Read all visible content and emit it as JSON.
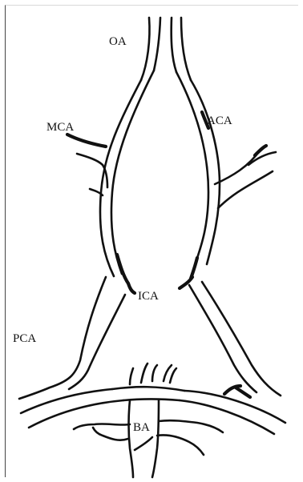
{
  "diagram": {
    "labels": {
      "oa": "OA",
      "mca": "MCA",
      "aca": "ACA",
      "ica": "ICA",
      "pca": "PCA",
      "ba": "BA"
    },
    "colors": {
      "line": "#111111",
      "background": "#ffffff"
    }
  }
}
